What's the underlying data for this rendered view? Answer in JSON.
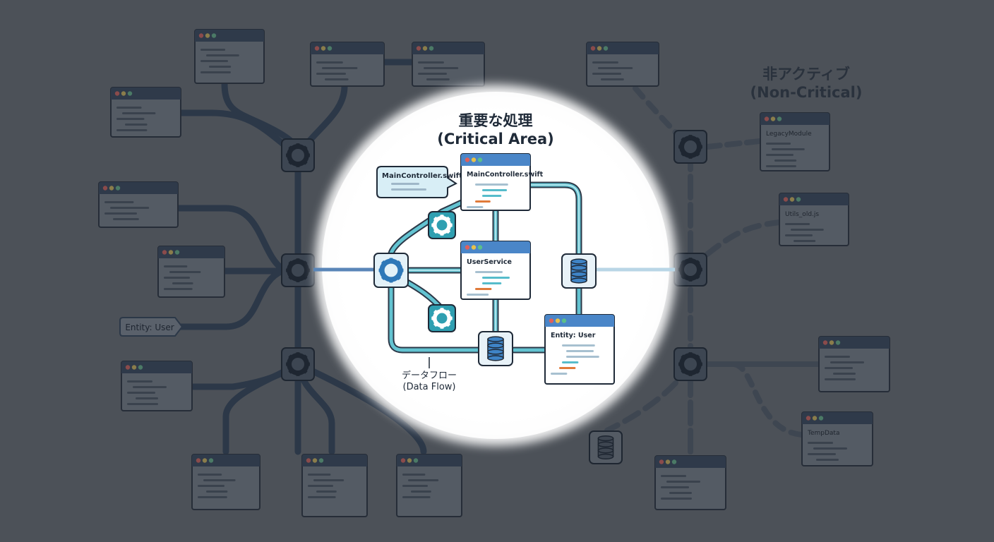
{
  "colors": {
    "background": "#4c5158",
    "spotlight": "#ffffff",
    "accent_teal": "#56bccb",
    "accent_blue": "#4a86c8",
    "dim_line": "#2c3848",
    "dim_window": "#545b64",
    "dim_titlebar": "#2f3a4a",
    "code_orange": "#e07a3a"
  },
  "critical": {
    "title_ja": "重要な処理",
    "title_en": "(Critical Area)",
    "callout_label": "MainController.swift",
    "window_main_title": "MainController.swift",
    "window_service_title": "UserService",
    "window_entity_title": "Entity: User",
    "flow_label_ja": "データフロー",
    "flow_label_en": "(Data Flow)"
  },
  "noncritical": {
    "title_ja": "非アクティブ",
    "title_en": "(Non-Critical)",
    "module_labels": [
      "LegacyModule",
      "Utils_old.js",
      "TempData"
    ]
  },
  "left": {
    "entity_tag": "Entity: User"
  }
}
